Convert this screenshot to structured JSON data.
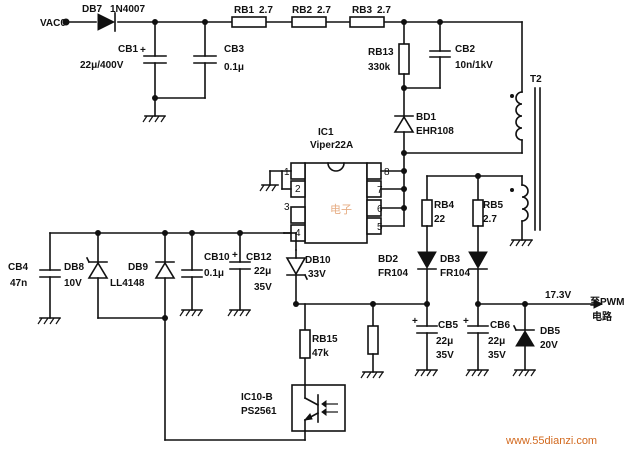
{
  "input": {
    "label": "VAC0"
  },
  "components": {
    "db7": {
      "ref": "DB7",
      "value": "1N4007"
    },
    "rb1": {
      "ref": "RB1",
      "value": "2.7"
    },
    "rb2": {
      "ref": "RB2",
      "value": "2.7"
    },
    "rb3": {
      "ref": "RB3",
      "value": "2.7"
    },
    "cb1": {
      "ref": "CB1",
      "value": "22μ/400V"
    },
    "cb3": {
      "ref": "CB3",
      "value": "0.1μ"
    },
    "rb13": {
      "ref": "RB13",
      "value": "330k"
    },
    "cb2": {
      "ref": "CB2",
      "value": "10n/1kV"
    },
    "bd1": {
      "ref": "BD1",
      "value": "EHR108"
    },
    "t2": {
      "ref": "T2"
    },
    "ic1": {
      "ref": "IC1",
      "value": "Viper22A",
      "pins": [
        "1",
        "2",
        "3",
        "4",
        "8",
        "7",
        "6",
        "5"
      ]
    },
    "rb4": {
      "ref": "RB4",
      "value": "22"
    },
    "rb5": {
      "ref": "RB5",
      "value": "2.7"
    },
    "bd2": {
      "ref": "BD2",
      "value": "FR104"
    },
    "db3": {
      "ref": "DB3",
      "value": "FR104"
    },
    "cb4": {
      "ref": "CB4",
      "value": "47n"
    },
    "db8": {
      "ref": "DB8",
      "value": "10V"
    },
    "db9": {
      "ref": "DB9",
      "value": "LL4148"
    },
    "cb10": {
      "ref": "CB10",
      "value": "0.1μ"
    },
    "cb12": {
      "ref": "CB12",
      "value": "22μ",
      "rating": "35V"
    },
    "db10": {
      "ref": "DB10",
      "value": "33V"
    },
    "rb15": {
      "ref": "RB15",
      "value": "47k"
    },
    "cb5": {
      "ref": "CB5",
      "value": "22μ",
      "rating": "35V"
    },
    "cb6": {
      "ref": "CB6",
      "value": "22μ",
      "rating": "35V"
    },
    "db5": {
      "ref": "DB5",
      "value": "20V"
    },
    "ic10": {
      "ref": "IC10-B",
      "value": "PS2561"
    }
  },
  "output": {
    "voltage": "17.3V",
    "dest_line1": "至PWM",
    "dest_line2": "电路"
  },
  "watermark": {
    "center": "电子",
    "corner": "www.55dianzi.com"
  }
}
